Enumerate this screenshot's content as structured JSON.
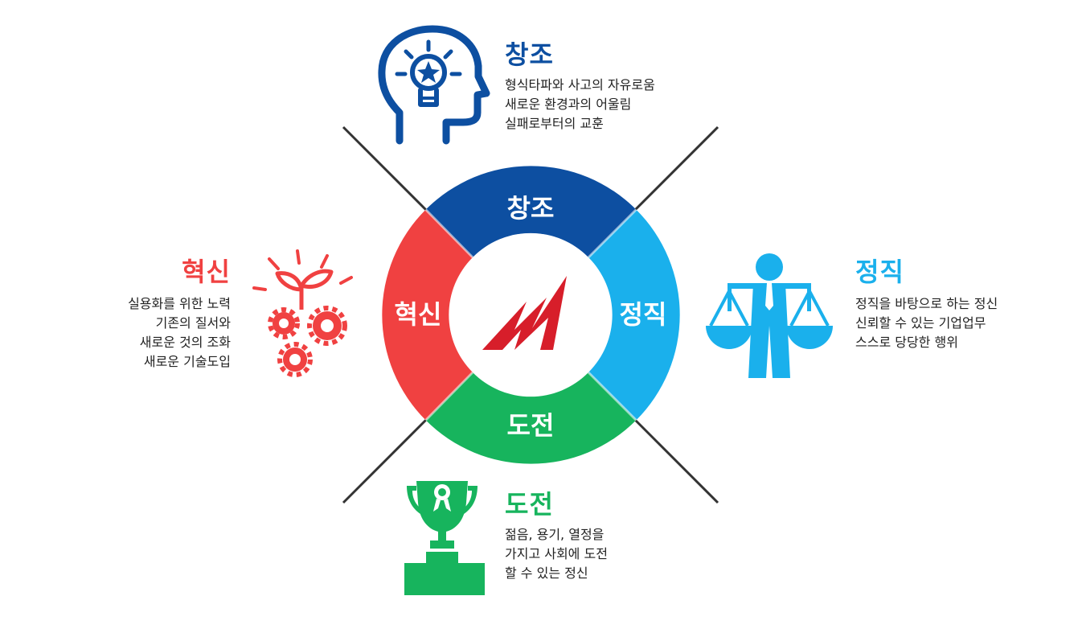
{
  "colors": {
    "blue": "#0d4fa1",
    "sky": "#1ab0ec",
    "green": "#17b45d",
    "red": "#f04141",
    "logo": "#d71e2a",
    "line": "#333333"
  },
  "ring": {
    "top": "창조",
    "right": "정직",
    "bottom": "도전",
    "left": "혁신"
  },
  "sections": {
    "creation": {
      "title": "창조",
      "lines": [
        "형식타파와 사고의 자유로움",
        "새로운 환경과의 어울림",
        "실패로부터의 교훈"
      ],
      "icon": "lightbulb-head-icon"
    },
    "integrity": {
      "title": "정직",
      "lines": [
        "정직을 바탕으로 하는 정신",
        "신뢰할 수 있는 기업업무",
        "스스로 당당한 행위"
      ],
      "icon": "justice-scale-person-icon"
    },
    "challenge": {
      "title": "도전",
      "lines": [
        "젊음, 용기, 열정을",
        "가지고 사회에 도전",
        "할 수 있는 정신"
      ],
      "icon": "trophy-podium-icon"
    },
    "innovation": {
      "title": "혁신",
      "lines": [
        "실용화를 위한 노력",
        "기존의 질서와",
        "새로운 것의 조화",
        "새로운 기술도입"
      ],
      "icon": "sprout-gears-icon"
    }
  },
  "center_logo": "company-logo-icon"
}
